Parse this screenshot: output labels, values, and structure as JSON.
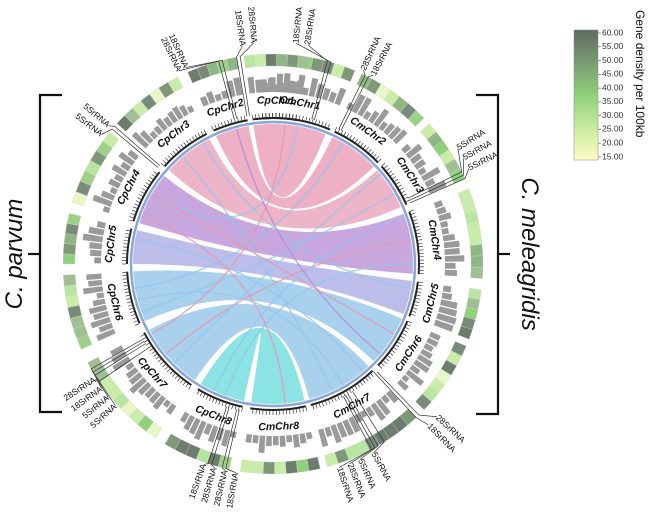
{
  "species": {
    "left": "C. parvum",
    "right": "C. meleagridis"
  },
  "chromosomes": [
    {
      "name": "CpChr1",
      "side": "left"
    },
    {
      "name": "CpChr2",
      "side": "left"
    },
    {
      "name": "CpChr3",
      "side": "left"
    },
    {
      "name": "CpChr4",
      "side": "left"
    },
    {
      "name": "CpChr5",
      "side": "left"
    },
    {
      "name": "CpChr6",
      "side": "left"
    },
    {
      "name": "CpChr7",
      "side": "left"
    },
    {
      "name": "CpChr8",
      "side": "left"
    },
    {
      "name": "CmChr1",
      "side": "right"
    },
    {
      "name": "CmChr2",
      "side": "right"
    },
    {
      "name": "CmChr3",
      "side": "right"
    },
    {
      "name": "CmChr4",
      "side": "right"
    },
    {
      "name": "CmChr5",
      "side": "right"
    },
    {
      "name": "CmChr6",
      "side": "right"
    },
    {
      "name": "CmChr7",
      "side": "right"
    },
    {
      "name": "CmChr8",
      "side": "right"
    }
  ],
  "rrna_labels": [
    {
      "text": "18SrRNA"
    },
    {
      "text": "28SrRNA"
    },
    {
      "text": "28SrRNA"
    },
    {
      "text": "18SrRNA"
    },
    {
      "text": "18SrRNA"
    },
    {
      "text": "28SrRNA"
    },
    {
      "text": "5SrRNA"
    },
    {
      "text": "5SrRNA"
    },
    {
      "text": "5SrRNA"
    },
    {
      "text": "28SrRNA"
    },
    {
      "text": "18SrRNA"
    },
    {
      "text": "5SrRNA"
    },
    {
      "text": "5SrRNA"
    },
    {
      "text": "5SrRNA"
    },
    {
      "text": "5SrRNA"
    },
    {
      "text": "28SrRNA"
    },
    {
      "text": "18SrRNA"
    },
    {
      "text": "28SrRNA"
    },
    {
      "text": "18SrRNA"
    },
    {
      "text": "18SrRNA"
    },
    {
      "text": "28SrRNA"
    },
    {
      "text": "28SrRNA"
    },
    {
      "text": "18SrRNA"
    },
    {
      "text": "28SrRNA"
    },
    {
      "text": "18SrRNA"
    },
    {
      "text": "5SrRNA"
    },
    {
      "text": "5SrRNA"
    }
  ],
  "legend": {
    "title": "Gene density per 100kb",
    "ticks": [
      "60.00",
      "55.00",
      "50.00",
      "45.00",
      "40.00",
      "35.00",
      "30.00",
      "25.00",
      "20.00",
      "15.00"
    ],
    "colors": {
      "high": "#5e6b5e",
      "mid": "#8fd07a",
      "low": "#fdfbc4"
    }
  },
  "colors": {
    "pink": "#e796b2",
    "violet": "#b68ad4",
    "blue": "#94c6ea",
    "teal": "#6fdcdc",
    "ring": "#8aa6d8",
    "bar": "#9a9a9a",
    "brace": "#111111"
  }
}
